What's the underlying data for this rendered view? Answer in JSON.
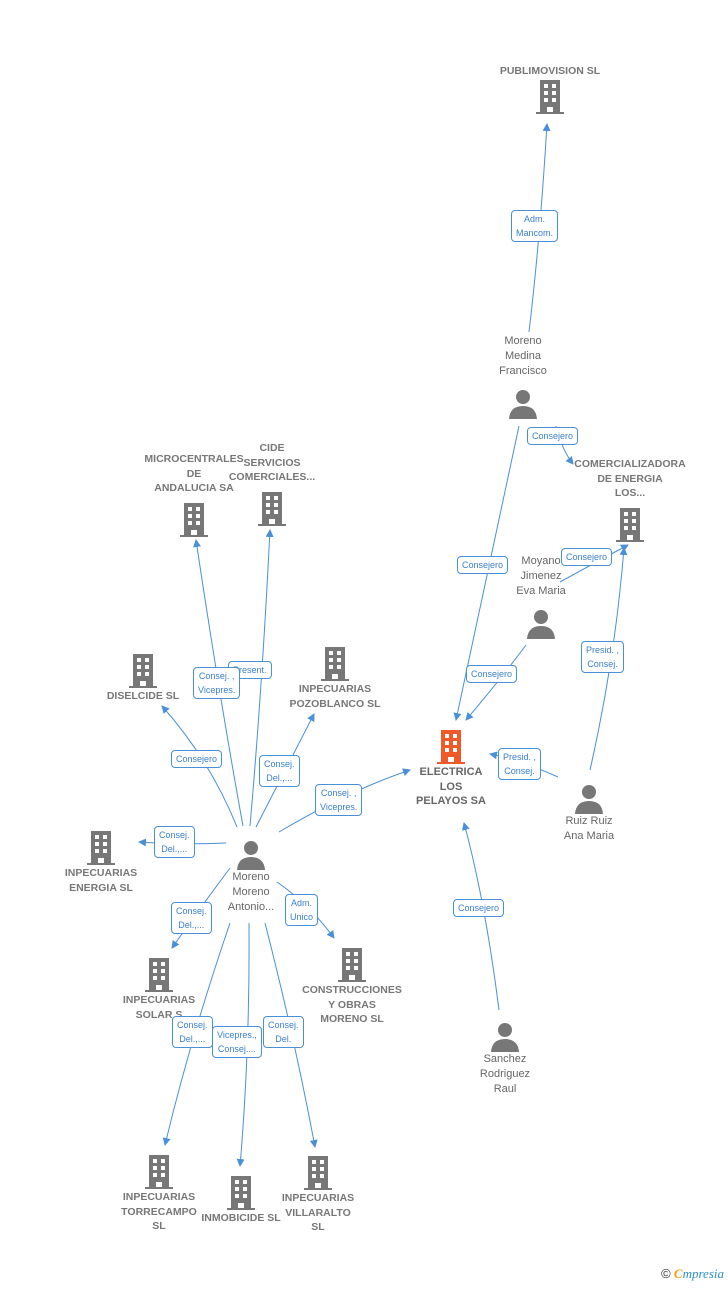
{
  "colors": {
    "edge": "#4a90d9",
    "building": "#777777",
    "main_building": "#f05a28",
    "person": "#777777"
  },
  "companies": {
    "publimovision": [
      "PUBLIMOVISION SL"
    ],
    "comercializadora": [
      "COMERCIALIZADORA",
      "DE ENERGIA",
      "LOS..."
    ],
    "microcentrales": [
      "MICROCENTRALES",
      "DE",
      "ANDALUCIA SA"
    ],
    "cide": [
      "CIDE",
      "SERVICIOS",
      "COMERCIALES..."
    ],
    "diselcide": [
      "DISELCIDE SL"
    ],
    "pozoblanco": [
      "INPECUARIAS",
      "POZOBLANCO SL"
    ],
    "energia": [
      "INPECUARIAS",
      "ENERGIA SL"
    ],
    "solar": [
      "INPECUARIAS",
      "SOLAR S"
    ],
    "construcciones": [
      "CONSTRUCCIONES",
      "Y OBRAS",
      "MORENO SL"
    ],
    "torrecampo": [
      "INPECUARIAS",
      "TORRECAMPO",
      "SL"
    ],
    "inmobicide": [
      "INMOBICIDE SL"
    ],
    "villaralto": [
      "INPECUARIAS",
      "VILLARALTO",
      "SL"
    ]
  },
  "main_company": [
    "ELECTRICA",
    "LOS",
    "PELAYOS SA"
  ],
  "persons": {
    "moreno_medina": [
      "Moreno",
      "Medina",
      "Francisco"
    ],
    "moyano": [
      "Moyano",
      "Jimenez",
      "Eva Maria"
    ],
    "ruiz": [
      "Ruiz Ruiz",
      "Ana Maria"
    ],
    "sanchez": [
      "Sanchez",
      "Rodriguez",
      "Raul"
    ],
    "moreno_moreno": [
      "Moreno",
      "Moreno",
      "Antonio..."
    ]
  },
  "roles": {
    "adm_mancom": [
      "Adm.",
      "Mancom."
    ],
    "consejero_comerc": [
      "Consejero"
    ],
    "consejero_mm": [
      "Consejero"
    ],
    "consejero_comerc2": [
      "Consejero"
    ],
    "consejero_moyano": [
      "Consejero"
    ],
    "presid_ruiz_comerc": [
      "Presid. ,",
      "Consej."
    ],
    "presid_ruiz": [
      "Presid. ,",
      "Consej."
    ],
    "consejero_sanchez": [
      "Consejero"
    ],
    "consej_vicepres_micro": [
      "Consej. ,",
      "Vicepres."
    ],
    "present_cide": [
      "Present."
    ],
    "consejero_disel": [
      "Consejero"
    ],
    "consej_del_pozo": [
      "Consej.",
      "Del.,..."
    ],
    "consej_vicepres_main": [
      "Consej. ,",
      "Vicepres."
    ],
    "consej_del_energia": [
      "Consej.",
      "Del.,..."
    ],
    "consej_del_solar": [
      "Consej.",
      "Del.,..."
    ],
    "adm_unico": [
      "Adm.",
      "Unico"
    ],
    "consej_del_torre": [
      "Consej.",
      "Del.,..."
    ],
    "vicepres_inmo": [
      "Vicepres.,",
      "Consej...."
    ],
    "consej_del_villa": [
      "Consej.",
      "Del."
    ]
  },
  "footer": {
    "copyright": "©",
    "brand_e": "C",
    "brand_rest": "mpresia"
  }
}
